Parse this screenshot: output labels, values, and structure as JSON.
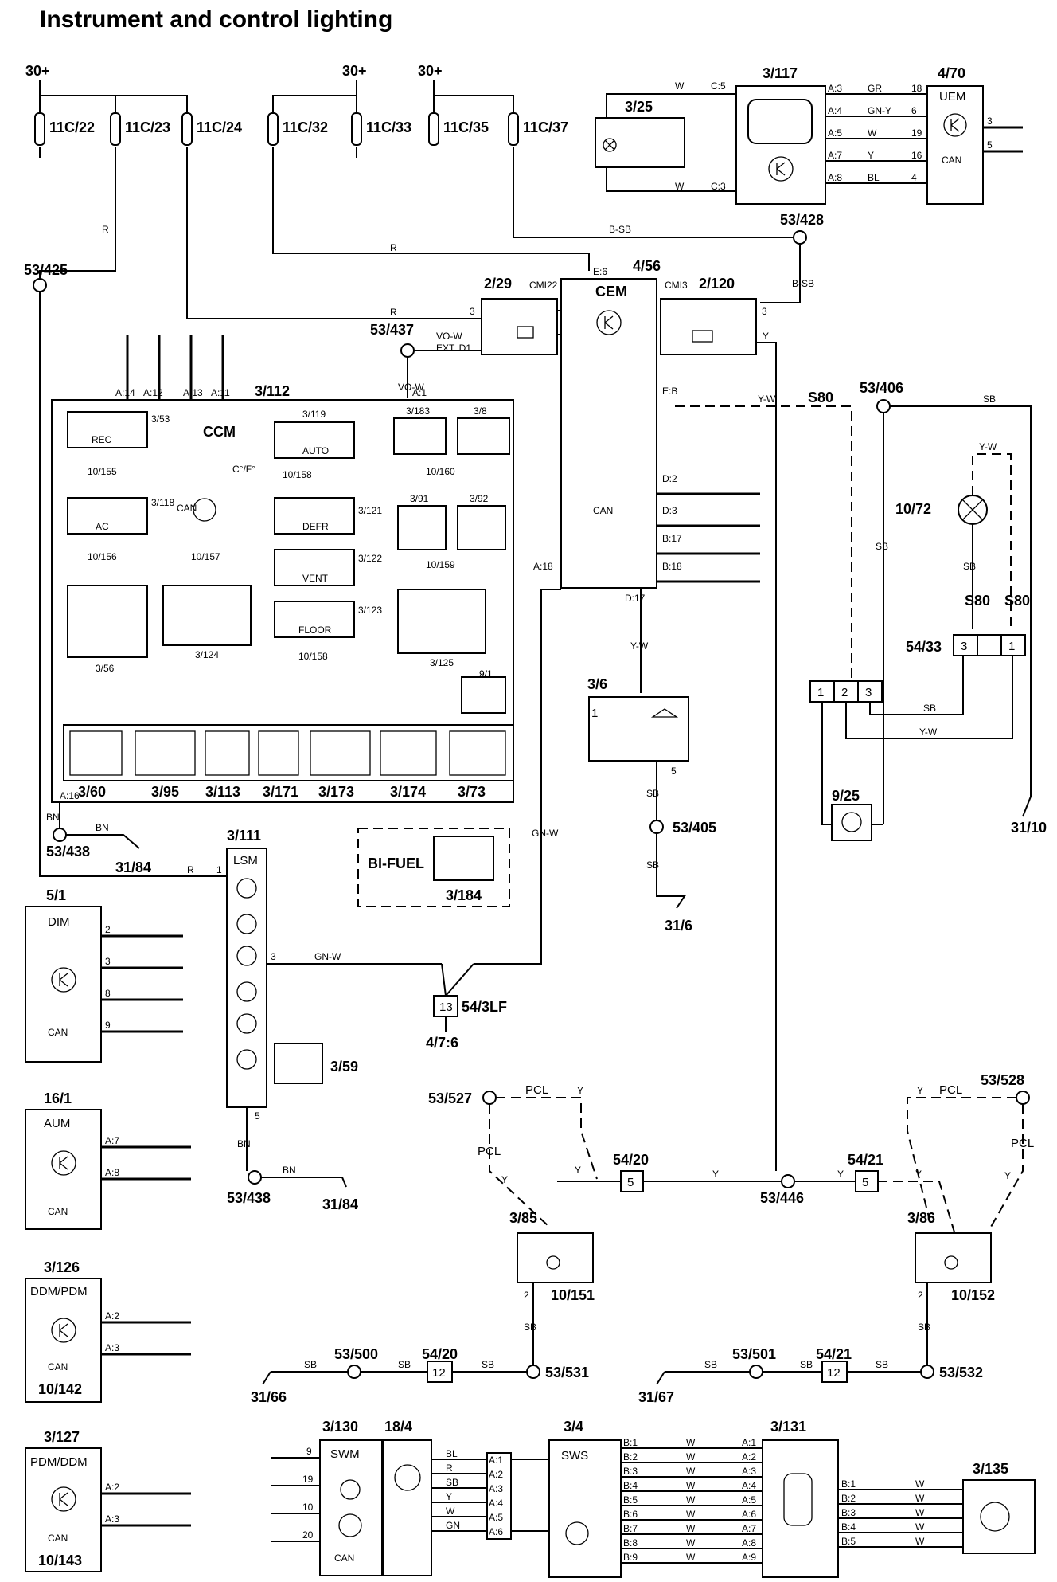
{
  "title": "Instrument and control lighting",
  "power": [
    "30+",
    "30+",
    "30+"
  ],
  "fuses": [
    "11C/22",
    "11C/23",
    "11C/24",
    "11C/32",
    "11C/33",
    "11C/35",
    "11C/37"
  ],
  "modules": {
    "cem": {
      "id": "4/56",
      "name": "CEM",
      "cmi22": "CMI22",
      "cmi3": "CMI3",
      "e6": "E:6",
      "e8": "E:B",
      "d2": "D:2",
      "d3": "D:3",
      "b17": "B:17",
      "b18": "B:18",
      "a18": "A:18",
      "d17": "D:17",
      "ext": "EXT. D1"
    },
    "ccm": {
      "id": "3/112",
      "name": "CCM",
      "a14": "A:14",
      "a12": "A:12",
      "a13": "A:13",
      "a11": "A:11",
      "a1": "A:1",
      "a16": "A:16"
    },
    "uem": {
      "id": "4/70",
      "name": "UEM"
    },
    "lsm": {
      "id": "3/111",
      "name": "LSM"
    },
    "dim": {
      "id": "5/1",
      "name": "DIM"
    },
    "aum": {
      "id": "16/1",
      "name": "AUM"
    },
    "ddm": {
      "id": "3/126",
      "name": "DDM/PDM",
      "sub": "10/142"
    },
    "pdm": {
      "id": "3/127",
      "name": "PDM/DDM",
      "sub": "10/143"
    },
    "swm": {
      "id": "3/130",
      "name": "SWM"
    },
    "sws": {
      "id": "3/4",
      "name": "SWS"
    }
  },
  "ccm_parts": {
    "rec": "REC",
    "auto": "AUTO",
    "ac": "AC",
    "defr": "DEFR",
    "vent": "VENT",
    "floor": "FLOOR",
    "can": "CAN",
    "cf": "C°/F°",
    "ids": [
      "3/53",
      "3/119",
      "3/183",
      "3/8",
      "10/155",
      "10/158",
      "10/160",
      "3/118",
      "3/121",
      "3/91",
      "3/92",
      "10/156",
      "10/157",
      "3/122",
      "10/159",
      "3/123",
      "3/56",
      "3/124",
      "10/158",
      "3/125",
      "9/1"
    ],
    "bottom": [
      "3/60",
      "3/95",
      "3/113",
      "3/171",
      "3/173",
      "3/174",
      "3/73"
    ]
  },
  "wires": {
    "r": "R",
    "bsb": "B-SB",
    "vow": "VO-W",
    "yw": "Y-W",
    "s80": "S80",
    "sb": "SB",
    "bn": "BN",
    "gnw": "GN-W",
    "y": "Y",
    "pcl": "PCL",
    "w": "W",
    "gr": "GR",
    "gny": "GN-Y",
    "bl": "BL"
  },
  "uem_pins": [
    {
      "pin": "A:3",
      "color": "GR",
      "num": "18"
    },
    {
      "pin": "A:4",
      "color": "GN-Y",
      "num": "6"
    },
    {
      "pin": "A:5",
      "color": "W",
      "num": "19"
    },
    {
      "pin": "A:7",
      "color": "Y",
      "num": "16"
    },
    {
      "pin": "A:8",
      "color": "BL",
      "num": "4"
    }
  ],
  "connectors": {
    "c117": "3/117",
    "c25": "3/25",
    "c5": "C:5",
    "c3": "C:3",
    "j428": "53/428",
    "j425": "53/425",
    "j437": "53/437",
    "j406": "53/406",
    "j438": "53/438",
    "j405": "53/405",
    "j446": "53/446",
    "j527": "53/527",
    "j528": "53/528",
    "j500": "53/500",
    "j501": "53/501",
    "j531": "53/531",
    "j532": "53/532",
    "r229": "2/29",
    "r2120": "2/120",
    "c54_33": "54/33",
    "c10_72": "10/72",
    "c9_25": "9/25",
    "c3_6": "3/6",
    "g31_10": "31/10",
    "g31_6": "31/6",
    "g31_84": "31/84",
    "g31_66": "31/66",
    "g31_67": "31/67",
    "c54_3lf": "54/3LF",
    "c4_7_6": "4/7:6",
    "pin13": "13",
    "c3_59": "3/59",
    "bifuel": "BI-FUEL",
    "c3_184": "3/184",
    "c54_20": "54/20",
    "c54_21": "54/21",
    "c3_85": "3/85",
    "c3_86": "3/86",
    "c10_151": "10/151",
    "c10_152": "10/152",
    "c18_4": "18/4",
    "c3_131": "3/131",
    "c3_135": "3/135",
    "pin5": "5",
    "pin12": "12"
  },
  "sws_pins_left": [
    "B:1",
    "B:2",
    "B:3",
    "B:4",
    "B:5",
    "B:6",
    "B:7",
    "B:8",
    "B:9"
  ],
  "sws_pins_right": [
    "A:1",
    "A:2",
    "A:3",
    "A:4",
    "A:5",
    "A:6",
    "A:7",
    "A:8",
    "A:9"
  ],
  "swm_wires": [
    "BL",
    "R",
    "SB",
    "Y",
    "W",
    "GN"
  ],
  "swm_pins": [
    "A:1",
    "A:2",
    "A:3",
    "A:4",
    "A:5",
    "A:6"
  ],
  "swm_nums": [
    "9",
    "19",
    "10",
    "20"
  ],
  "c131_pins": [
    "B:1",
    "B:2",
    "B:3",
    "B:4",
    "B:5"
  ],
  "misc_pins": {
    "a2": "A:2",
    "a3": "A:3",
    "a7": "A:7",
    "a8": "A:8",
    "n1": "1",
    "n2": "2",
    "n3": "3",
    "n4": "4",
    "n5": "5",
    "n6": "6",
    "n8": "8",
    "n9": "9"
  }
}
